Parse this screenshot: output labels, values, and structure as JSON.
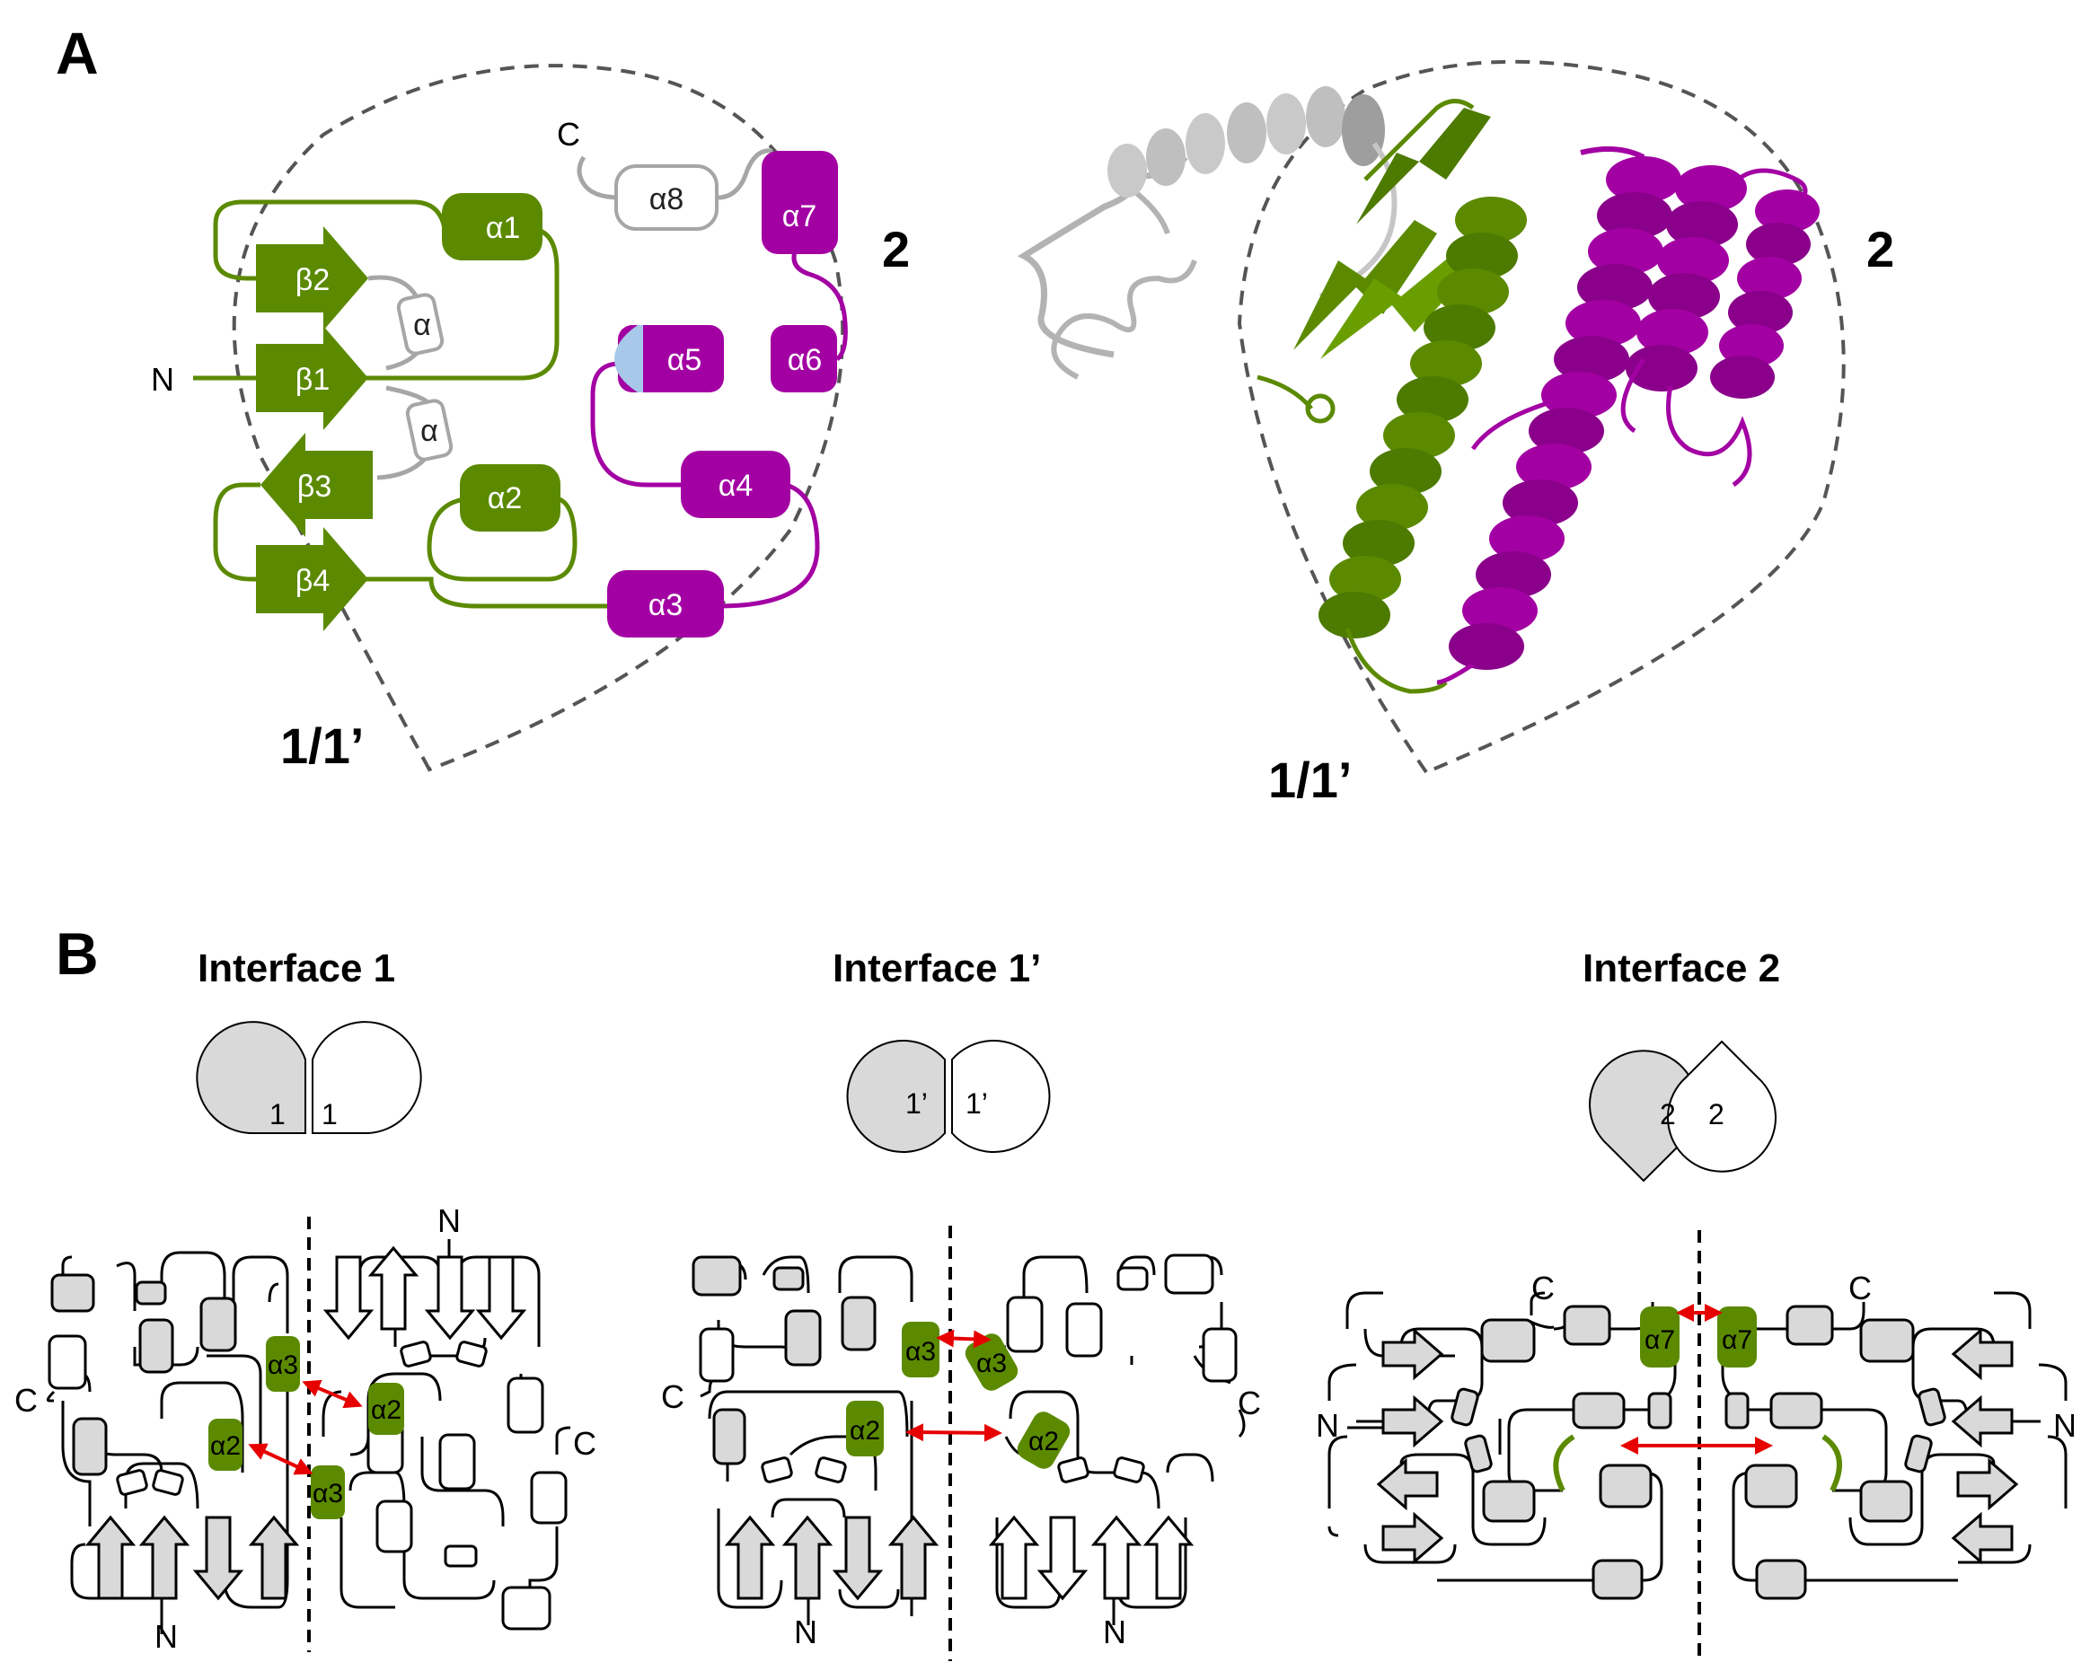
{
  "panelA": {
    "letter": "A",
    "topology": {
      "n_label": "N",
      "c_label": "C",
      "strands": [
        "β2",
        "β1",
        "β3",
        "β4"
      ],
      "small_helix": "α",
      "helices": [
        "α1",
        "α2",
        "α3",
        "α4",
        "α5",
        "α6",
        "α7",
        "α8"
      ],
      "region_1": "1/1’",
      "region_2": "2"
    },
    "structure": {
      "region_1": "1/1’",
      "region_2": "2"
    },
    "colors": {
      "domain_1": "#5b8a00",
      "domain_2": "#a300a3",
      "linker": "#a6a6a6",
      "alpha5_cap": "#a8c8ea"
    }
  },
  "panelB": {
    "letter": "B",
    "interfaces": [
      {
        "title": "Interface 1",
        "shape_labels": [
          "1",
          "1"
        ],
        "helix_labels": [
          "α3",
          "α2",
          "α2",
          "α3"
        ],
        "terminals": [
          "N",
          "C",
          "N",
          "C"
        ]
      },
      {
        "title": "Interface 1’",
        "shape_labels": [
          "1’",
          "1’"
        ],
        "helix_labels": [
          "α3",
          "α3",
          "α2",
          "α2"
        ],
        "terminals": [
          "C",
          "N",
          "C",
          "N"
        ]
      },
      {
        "title": "Interface 2",
        "shape_labels": [
          "2",
          "2"
        ],
        "helix_labels": [
          "α7",
          "α7"
        ],
        "terminals": [
          "C",
          "C",
          "N",
          "N"
        ]
      }
    ],
    "colors": {
      "interface_helix": "#5b8a00",
      "arrow": "#e60000",
      "element_fill": "#d9d9d9"
    }
  }
}
